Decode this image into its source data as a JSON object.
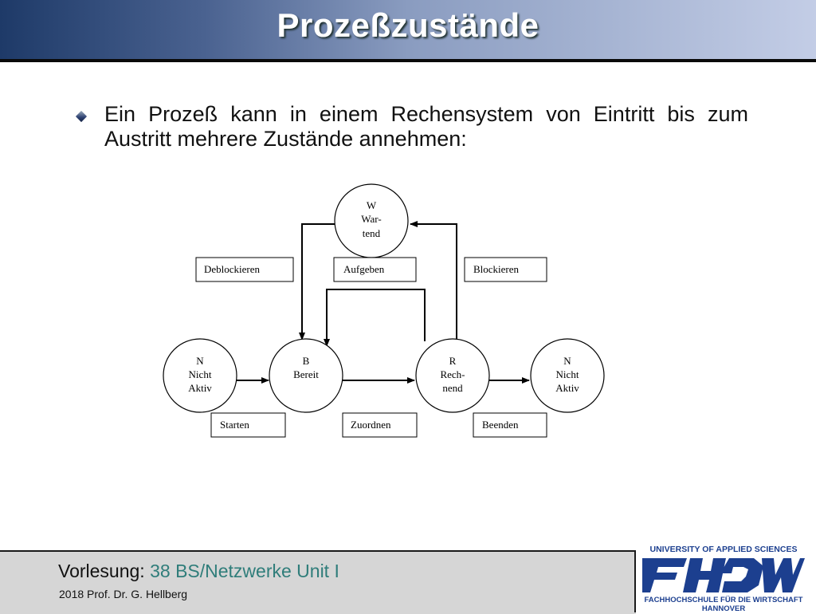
{
  "slide": {
    "title": "Prozeßzustände",
    "bullet": {
      "text": "Ein Prozeß kann in einem Rechensystem von Eintritt bis zum Austritt mehrere Zustände annehmen:"
    }
  },
  "diagram": {
    "states": {
      "w": [
        "W",
        "War-",
        "tend"
      ],
      "n_left": [
        "N",
        "Nicht",
        "Aktiv"
      ],
      "b": [
        "B",
        "Bereit"
      ],
      "r": [
        "R",
        "Rech-",
        "nend"
      ],
      "n_right": [
        "N",
        "Nicht",
        "Aktiv"
      ]
    },
    "transitions": {
      "deblockieren": "Deblockieren",
      "aufgeben": "Aufgeben",
      "blockieren": "Blockieren",
      "starten": "Starten",
      "zuordnen": "Zuordnen",
      "beenden": "Beenden"
    }
  },
  "footer": {
    "vorlesung_label": "Vorlesung:",
    "course": "38 BS/Netzwerke Unit I",
    "author": "2018 Prof. Dr. G. Hellberg"
  },
  "logo": {
    "top_text": "UNIVERSITY OF APPLIED SCIENCES",
    "letters": "FHDW",
    "bottom_text_1": "FACHHOCHSCHULE FÜR DIE WIRTSCHAFT",
    "bottom_text_2": "HANNOVER",
    "color": "#1c3f8f"
  }
}
